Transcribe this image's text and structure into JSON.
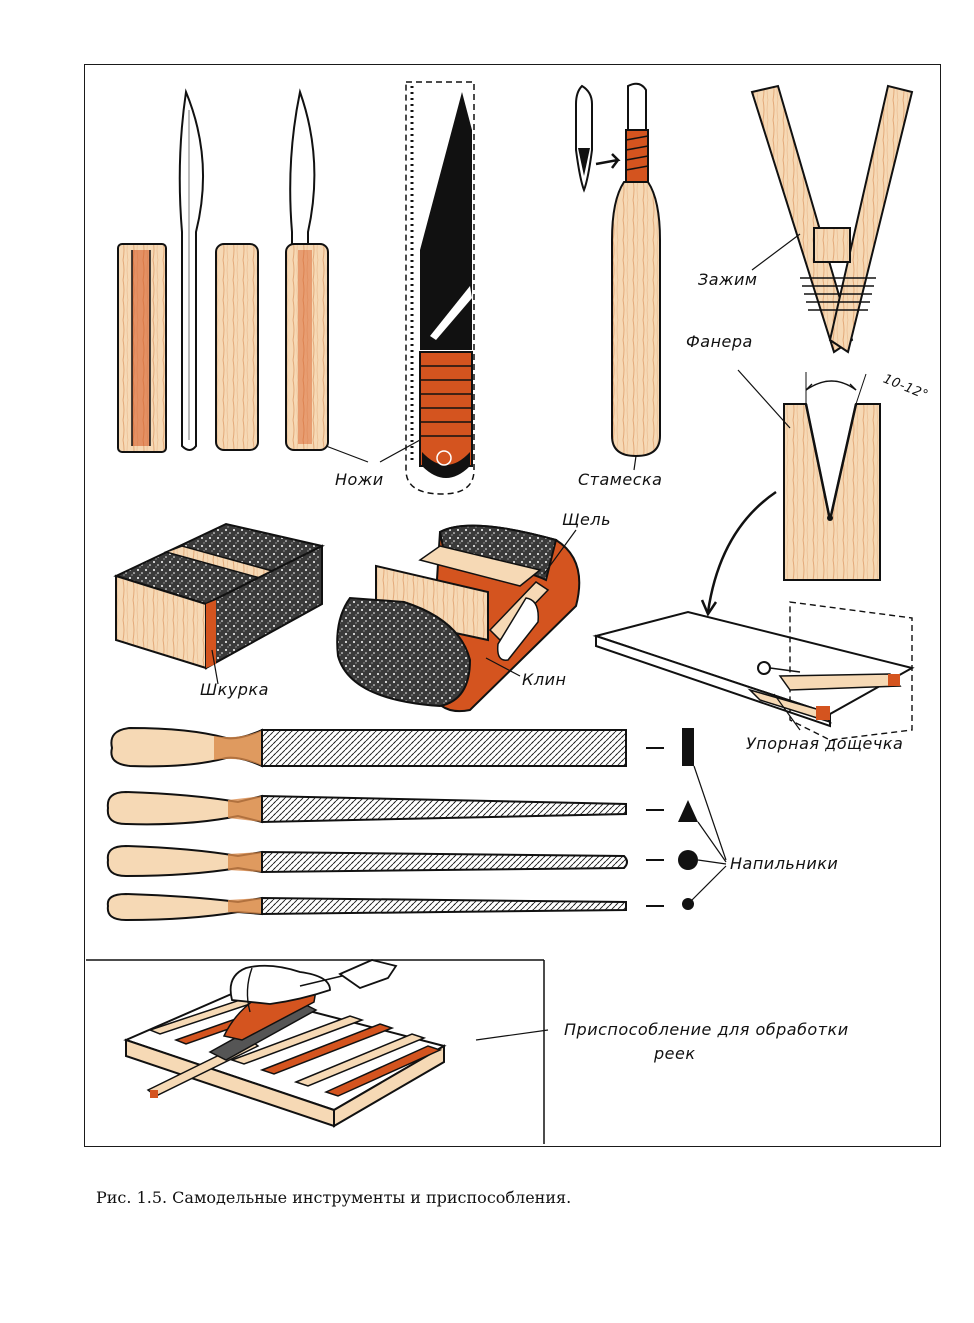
{
  "figure": {
    "labels": {
      "knives": "Ножи",
      "chisel": "Стамеска",
      "clamp": "Зажим",
      "plywood": "Фанера",
      "angle": "10-12°",
      "slot": "Щель",
      "sandpaper": "Шкурка",
      "wedge": "Клин",
      "stop_board": "Упорная дощечка",
      "files": "Напильники",
      "rail_fixture_line1": "Приспособление для обработки",
      "rail_fixture_line2": "реек"
    },
    "caption": "Рис. 1.5. Самодельные инструменты и приспособления."
  },
  "colors": {
    "wood": "#f6d9b5",
    "grain": "#d98a4a",
    "accent": "#d4541f",
    "ink": "#111111",
    "paper": "#ffffff"
  }
}
